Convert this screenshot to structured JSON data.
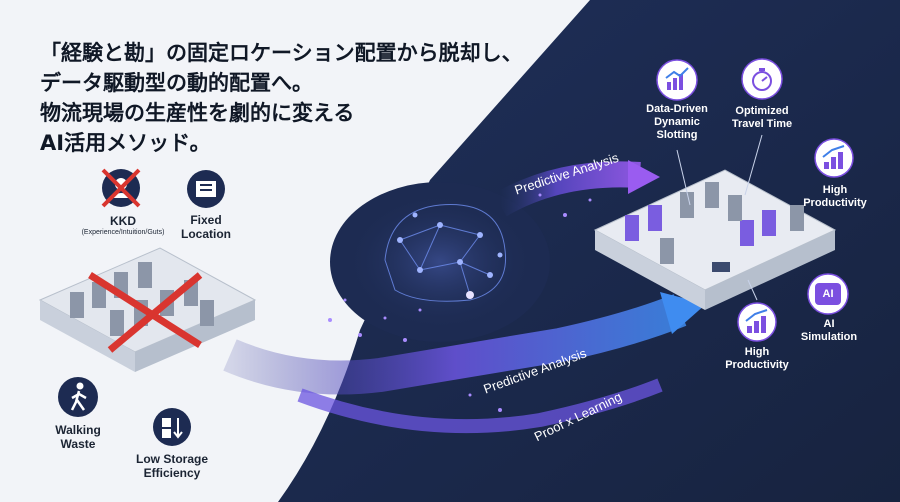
{
  "headline": {
    "line1": "「経験と勘」の固定ロケーション配置から脱却し、",
    "line2": "データ駆動型の動的配置へ。",
    "line3": "物流現場の生産性を劇的に変える",
    "line4": "AI活用メソッド。"
  },
  "left_side": {
    "kkd_title": "KKD",
    "kkd_subtitle": "(Experience/Intuition/Guts)",
    "fixed_location_line1": "Fixed",
    "fixed_location_line2": "Location",
    "walking_waste_line1": "Walking",
    "walking_waste_line2": "Waste",
    "low_storage_line1": "Low Storage",
    "low_storage_line2": "Efficiency"
  },
  "flows": {
    "top": "Predictive Analysis",
    "middle": "Predictive Analysis",
    "bottom": "Proof x Learning"
  },
  "right_side": {
    "data_driven_line1": "Data-Driven",
    "data_driven_line2": "Dynamic",
    "data_driven_line3": "Slotting",
    "optimized_line1": "Optimized",
    "optimized_line2": "Travel Time",
    "high_prod_top_line1": "High",
    "high_prod_top_line2": "Productivity",
    "high_prod_bottom_line1": "High",
    "high_prod_bottom_line2": "Productivity",
    "ai_sim_icon_text": "AI",
    "ai_sim_line1": "AI",
    "ai_sim_line2": "Simulation"
  },
  "colors": {
    "navy": "#1d2b52",
    "purple": "#7b4fe0",
    "blue": "#3f7fe8",
    "red": "#d9352f",
    "light_bg": "#f2f4f8"
  }
}
